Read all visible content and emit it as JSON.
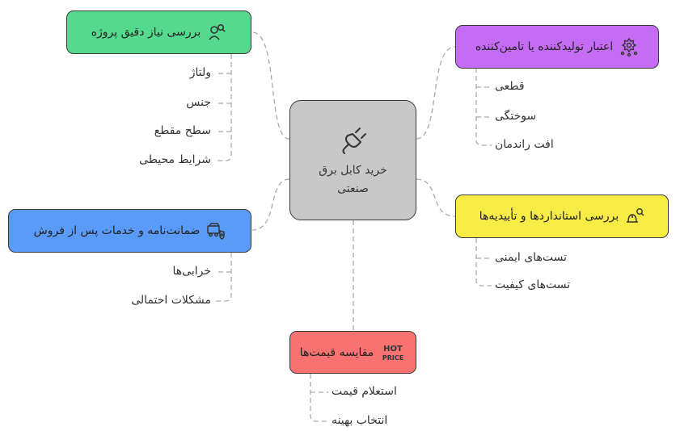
{
  "center": {
    "label": "خرید کابل برق صنعتی",
    "icon": "plug-icon"
  },
  "branches": {
    "needs": {
      "label": "بررسی نیاز دقیق پروژه",
      "icon": "person-search-icon",
      "color": "#55d98f",
      "items": [
        "ولتاژ",
        "جنس",
        "سطح مقطع",
        "شرایط محیطی"
      ]
    },
    "warranty": {
      "label": "ضمانت‌نامه و خدمات پس از فروش",
      "icon": "truck-shield-icon",
      "color": "#5b9bf8",
      "items": [
        "خرابی‌ها",
        "مشکلات احتمالی"
      ]
    },
    "prices": {
      "label": "مقایسه قیمت‌ها",
      "icon": "hot-price-icon",
      "icon_text": [
        "HOT",
        "PRICE"
      ],
      "color": "#f77270",
      "items": [
        "استعلام قیمت",
        "انتخاب بهینه"
      ]
    },
    "supplier": {
      "label": "اعتبار تولیدکننده یا تامین‌کننده",
      "icon": "network-badge-icon",
      "color": "#c46cf3",
      "items": [
        "قطعی",
        "سوختگی",
        "افت راندمان"
      ]
    },
    "standards": {
      "label": "بررسی استانداردها و تأییدیه‌ها",
      "icon": "helmet-search-icon",
      "color": "#f7eb45",
      "items": [
        "تست‌های ایمنی",
        "تست‌های کیفیت"
      ]
    }
  }
}
